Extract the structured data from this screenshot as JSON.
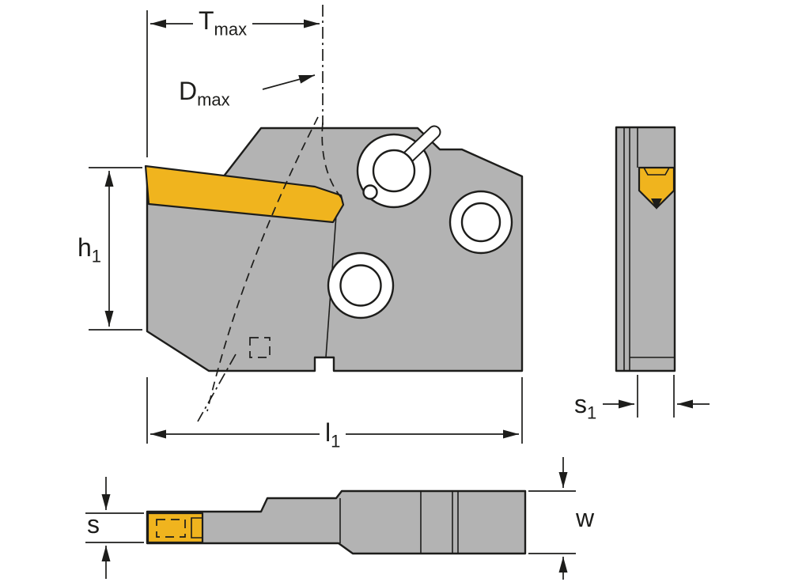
{
  "figure": {
    "type": "technical-drawing",
    "subject": "modular grooving tool holder with indexable insert, three orthographic views",
    "background": "#ffffff",
    "colors": {
      "body": "#b3b3b3",
      "insert": "#f0b41e",
      "line": "#1d1d1b"
    },
    "dimensions": {
      "t_max": {
        "base": "T",
        "sub": "max"
      },
      "d_max": {
        "base": "D",
        "sub": "max"
      },
      "h1": {
        "base": "h",
        "sub": "1"
      },
      "l1": {
        "base": "l",
        "sub": "1"
      },
      "s1": {
        "base": "s",
        "sub": "1"
      },
      "s": {
        "base": "s",
        "sub": ""
      },
      "w": {
        "base": "w",
        "sub": ""
      }
    }
  }
}
